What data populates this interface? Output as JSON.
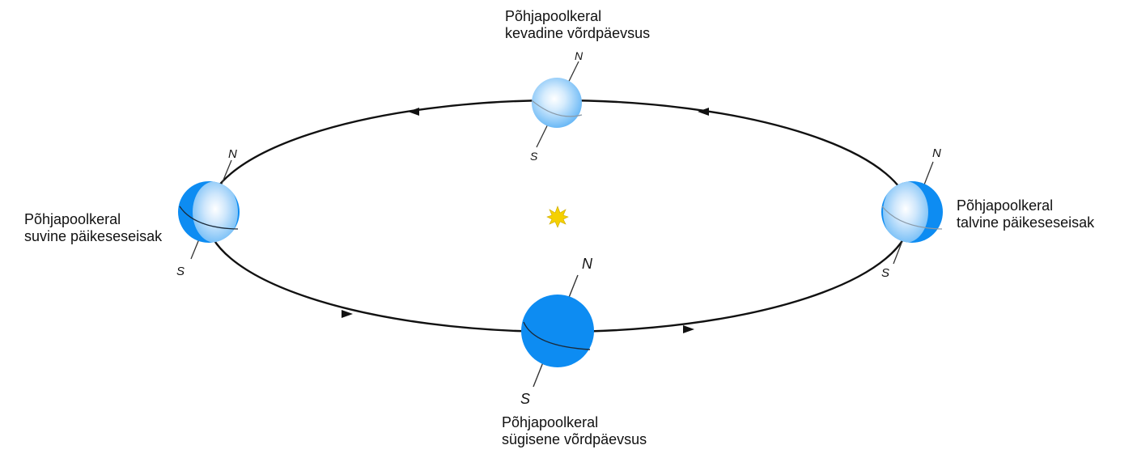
{
  "colors": {
    "orbit": "#111111",
    "globe_dark": "#0d8cf2",
    "globe_light": "#bfe0fb",
    "sun": "#f5d000"
  },
  "positions": {
    "spring": {
      "line1": "Põhjapoolkeral",
      "line2": "kevadine võrdpäevsus",
      "north": "N",
      "south": "S"
    },
    "summer": {
      "line1": "Põhjapoolkeral",
      "line2": "suvine päikeseseisak",
      "north": "N",
      "south": "S"
    },
    "winter": {
      "line1": "Põhjapoolkeral",
      "line2": "talvine päikeseseisak",
      "north": "N",
      "south": "S"
    },
    "autumn": {
      "line1": "Põhjapoolkeral",
      "line2": "sügisene võrdpäevsus",
      "north": "N",
      "south": "S"
    }
  },
  "icons": {
    "sun": "sun-icon",
    "direction": "arrow-icon"
  }
}
